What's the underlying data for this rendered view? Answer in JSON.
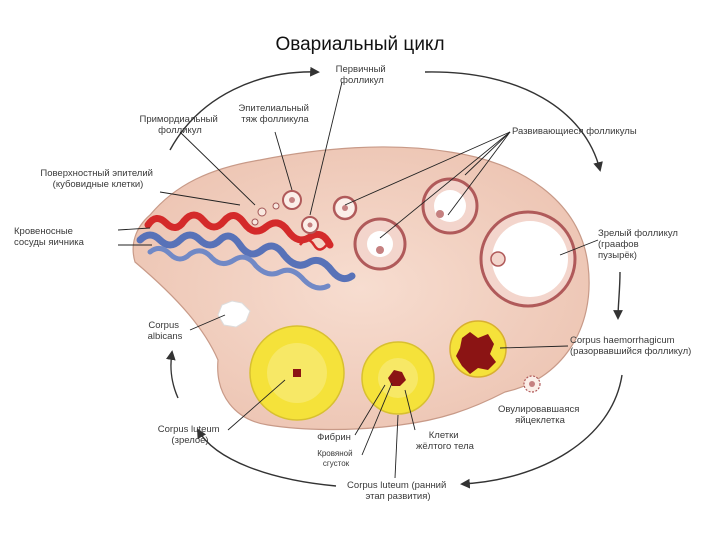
{
  "title": "Овариальный цикл",
  "labels": {
    "primary_follicle": [
      "Первичный",
      "фолликул"
    ],
    "epithelial_layer": [
      "Эпителиальный",
      "тяж фолликула"
    ],
    "primordial_follicle": [
      "Примордиальный",
      "фолликул"
    ],
    "surface_epithelium": [
      "Поверхностный эпителий",
      "(кубовидные клетки)"
    ],
    "blood_vessels": [
      "Кровеносные",
      "сосуды яичника"
    ],
    "corpus_albicans": [
      "Corpus",
      "albicans"
    ],
    "corpus_luteum_mature": [
      "Corpus luteum",
      "(зрелое)"
    ],
    "developing_follicles": [
      "Развивающиеся фолликулы"
    ],
    "mature_follicle": [
      "Зрелый фолликул",
      "(граафов",
      "пузырёк)"
    ],
    "corpus_haemorrhagicum": [
      "Corpus haemorrhagicum",
      "(разорвавшийся фолликул)"
    ],
    "ovulated_oocyte": [
      "Овулировавшаяся",
      "яйцеклетка"
    ],
    "fibrin": [
      "Фибрин"
    ],
    "blood_clot": [
      "Кровяной",
      "сгусток"
    ],
    "lutein_cells": [
      "Клетки",
      "жёлтого тела"
    ],
    "corpus_luteum_early": [
      "Corpus luteum (ранний",
      "этап развития)"
    ]
  },
  "colors": {
    "ovary": "#f2cfc0",
    "artery": "#d42a2a",
    "vein": "#5872b8",
    "luteum": "#f5e23a",
    "clot": "#8b1414",
    "follicle_ring": "#b05a5a"
  }
}
